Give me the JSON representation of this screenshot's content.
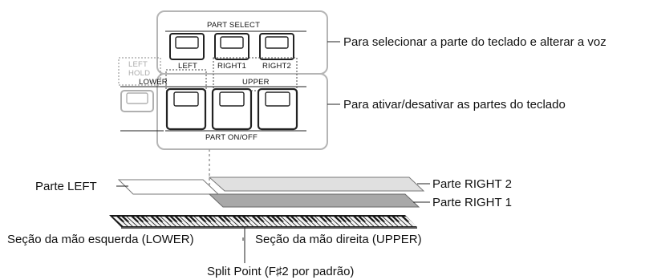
{
  "panel": {
    "part_select_title": "PART SELECT",
    "part_onoff_title": "PART ON/OFF",
    "left_hold_line1": "LEFT",
    "left_hold_line2": "HOLD",
    "lower_label": "LOWER",
    "upper_label": "UPPER",
    "select_buttons": [
      {
        "label": "LEFT"
      },
      {
        "label": "RIGHT1"
      },
      {
        "label": "RIGHT2"
      }
    ]
  },
  "callouts": {
    "part_select": "Para selecionar a parte do teclado e alterar a voz",
    "part_onoff": "Para ativar/desativar as partes do teclado"
  },
  "layers": {
    "left": "Parte LEFT",
    "right2": "Parte RIGHT 2",
    "right1": "Parte RIGHT 1"
  },
  "keyboard": {
    "lower_section": "Seção da mão esquerda (LOWER)",
    "upper_section": "Seção da mão direita (UPPER)",
    "split_point": "Split Point (F♯2 por padrão)"
  },
  "colors": {
    "panel_border": "#b5b5b5",
    "dark_line": "#222222",
    "light_layer": "#e0e0e0",
    "mid_layer": "#a8a8a8"
  }
}
